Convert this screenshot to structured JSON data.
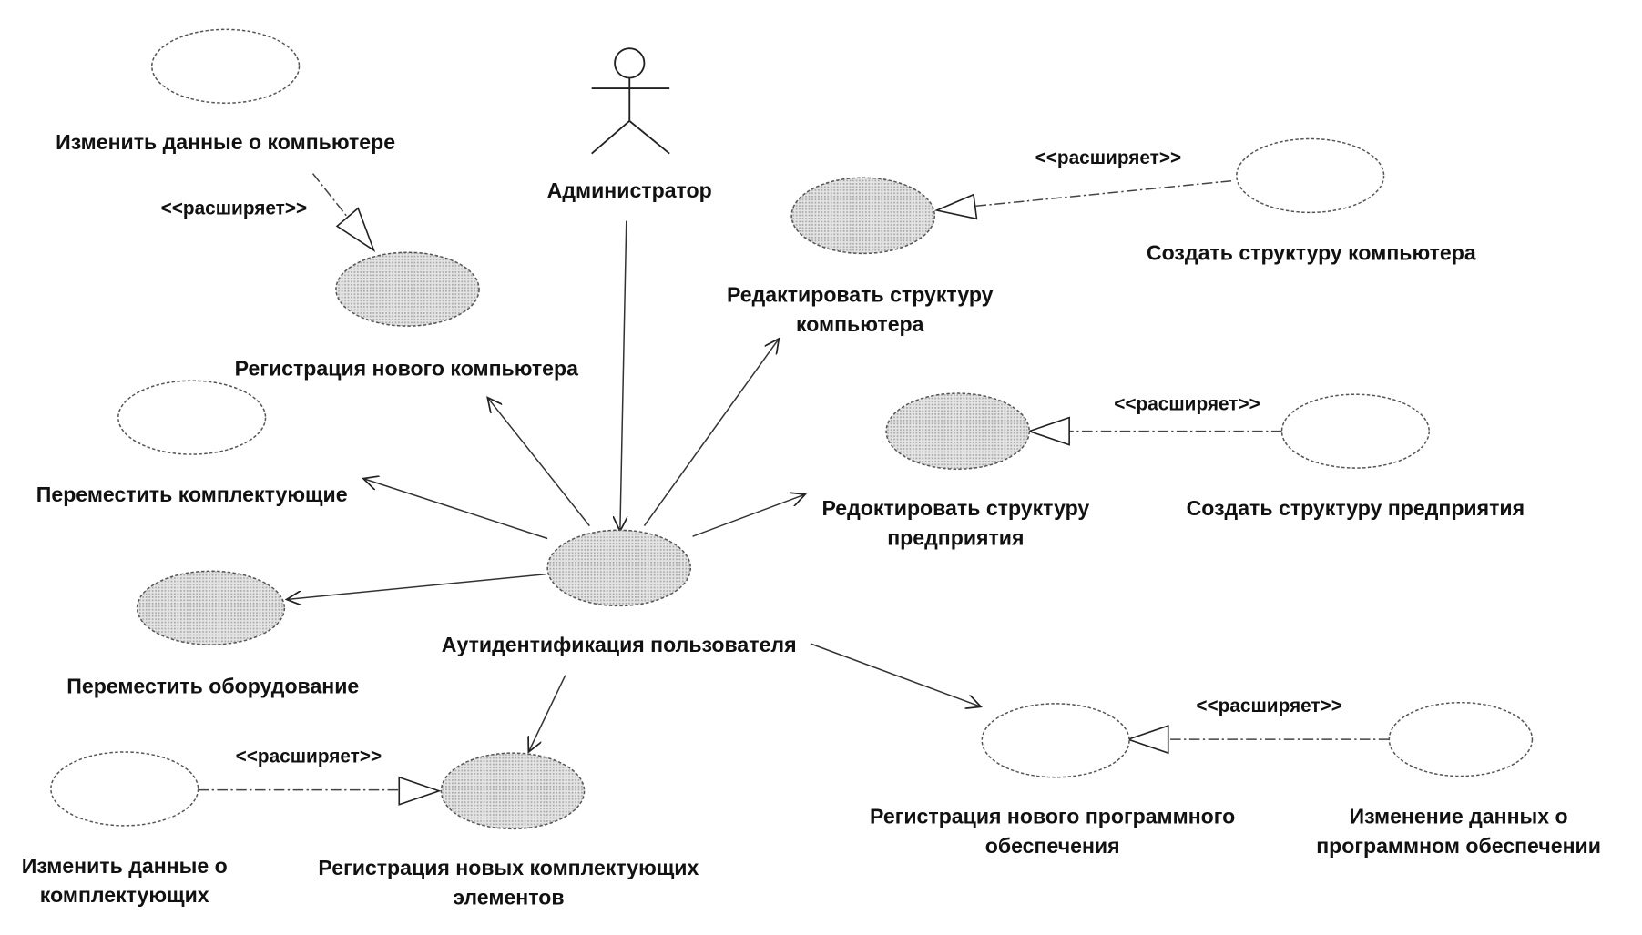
{
  "actor": {
    "name": "Администратор"
  },
  "stereotype": "<<расширяет>>",
  "use_cases": [
    {
      "id": "edit-computer-data",
      "lines": [
        "Изменить данные о компьютере"
      ],
      "shaded": false
    },
    {
      "id": "register-computer",
      "lines": [
        "Регистрация нового компьютера"
      ],
      "shaded": true
    },
    {
      "id": "move-components",
      "lines": [
        "Переместить комплектующие"
      ],
      "shaded": false
    },
    {
      "id": "move-equipment",
      "lines": [
        "Переместить оборудование"
      ],
      "shaded": true
    },
    {
      "id": "authentication",
      "lines": [
        "Аутидентификация пользователя"
      ],
      "shaded": true
    },
    {
      "id": "edit-components-data",
      "lines": [
        "Изменить данные о",
        "комплектующих"
      ],
      "shaded": false
    },
    {
      "id": "register-components",
      "lines": [
        "Регистрация новых комплектующих",
        "элементов"
      ],
      "shaded": true
    },
    {
      "id": "edit-computer-structure",
      "lines": [
        "Редактировать структуру",
        "компьютера"
      ],
      "shaded": true
    },
    {
      "id": "create-computer-structure",
      "lines": [
        "Создать структуру компьютера"
      ],
      "shaded": false
    },
    {
      "id": "edit-enterprise-structure",
      "lines": [
        "Редоктировать структуру",
        "предприятия"
      ],
      "shaded": true
    },
    {
      "id": "create-enterprise-structure",
      "lines": [
        "Создать структуру предприятия"
      ],
      "shaded": false
    },
    {
      "id": "register-software",
      "lines": [
        "Регистрация нового программного",
        "обеспечения"
      ],
      "shaded": false
    },
    {
      "id": "edit-software-data",
      "lines": [
        "Изменение данных о",
        "программном обеспечении"
      ],
      "shaded": false
    }
  ],
  "colors": {
    "line": "#333333",
    "shade": "#c8c8c8"
  }
}
